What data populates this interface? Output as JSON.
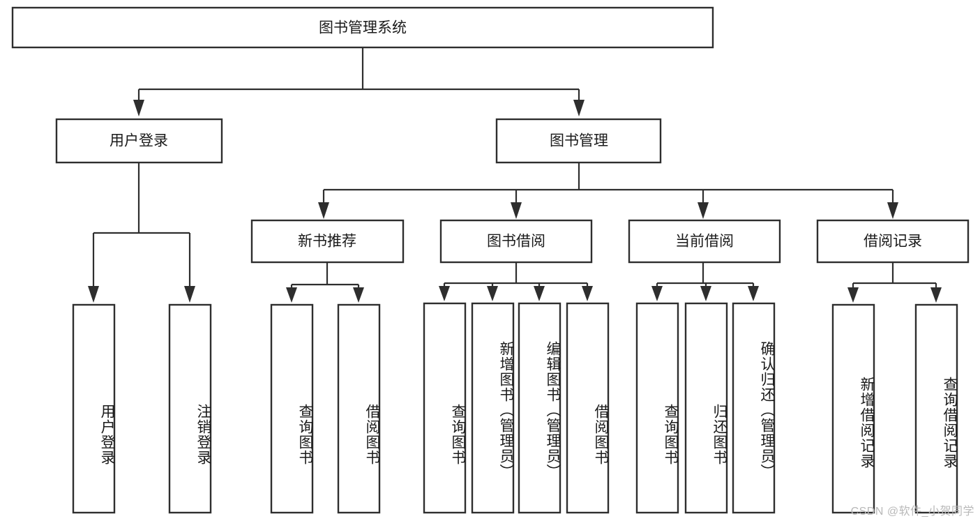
{
  "diagram": {
    "title_node": {
      "label": "图书管理系统"
    },
    "level2": [
      {
        "id": "user-login",
        "label": "用户登录"
      },
      {
        "id": "book-management",
        "label": "图书管理"
      }
    ],
    "level3": [
      {
        "id": "new-book-recommend",
        "label": "新书推荐"
      },
      {
        "id": "book-borrow",
        "label": "图书借阅"
      },
      {
        "id": "current-borrow",
        "label": "当前借阅"
      },
      {
        "id": "borrow-record",
        "label": "借阅记录"
      }
    ],
    "leaves": [
      {
        "id": "leaf-user-login",
        "label": "用户登录",
        "parent": "user-login"
      },
      {
        "id": "leaf-logout",
        "label": "注销登录",
        "parent": "user-login"
      },
      {
        "id": "leaf-query-book-1",
        "label": "查询图书",
        "parent": "new-book-recommend"
      },
      {
        "id": "leaf-borrow-book-1",
        "label": "借阅图书",
        "parent": "new-book-recommend"
      },
      {
        "id": "leaf-query-book-2",
        "label": "查询图书",
        "parent": "book-borrow"
      },
      {
        "id": "leaf-add-book",
        "label": "新增图书（管理员）",
        "parent": "book-borrow"
      },
      {
        "id": "leaf-edit-book",
        "label": "编辑图书（管理员）",
        "parent": "book-borrow"
      },
      {
        "id": "leaf-borrow-book-2",
        "label": "借阅图书",
        "parent": "book-borrow"
      },
      {
        "id": "leaf-query-book-3",
        "label": "查询图书",
        "parent": "current-borrow"
      },
      {
        "id": "leaf-return-book",
        "label": "归还图书",
        "parent": "current-borrow"
      },
      {
        "id": "leaf-confirm-return",
        "label": "确认归还（管理员）",
        "parent": "current-borrow"
      },
      {
        "id": "leaf-add-record",
        "label": "新增借阅记录",
        "parent": "borrow-record"
      },
      {
        "id": "leaf-query-record",
        "label": "查询借阅记录",
        "parent": "borrow-record"
      }
    ],
    "watermark": "CSDN @软件_小贺同学",
    "colors": {
      "stroke": "#2e2e2e",
      "fill": "#ffffff",
      "text": "#1a1a1a",
      "watermark": "#b9b9b9",
      "background": "#ffffff"
    }
  }
}
